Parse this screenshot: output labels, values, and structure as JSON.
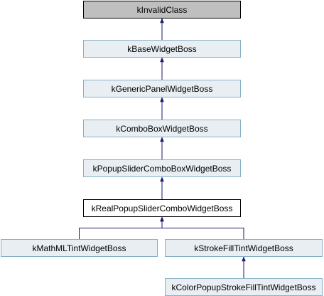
{
  "diagram": {
    "nodes": [
      {
        "id": "kInvalidClass",
        "label": "kInvalidClass",
        "kind": "root"
      },
      {
        "id": "kBaseWidgetBoss",
        "label": "kBaseWidgetBoss",
        "kind": "link"
      },
      {
        "id": "kGenericPanelWidgetBoss",
        "label": "kGenericPanelWidgetBoss",
        "kind": "link"
      },
      {
        "id": "kComboBoxWidgetBoss",
        "label": "kComboBoxWidgetBoss",
        "kind": "link"
      },
      {
        "id": "kPopupSliderComboBoxWidgetBoss",
        "label": "kPopupSliderComboBoxWidgetBoss",
        "kind": "link"
      },
      {
        "id": "kRealPopupSliderComboWidgetBoss",
        "label": "kRealPopupSliderComboWidgetBoss",
        "kind": "current"
      },
      {
        "id": "kMathMLTintWidgetBoss",
        "label": "kMathMLTintWidgetBoss",
        "kind": "link"
      },
      {
        "id": "kStrokeFillTintWidgetBoss",
        "label": "kStrokeFillTintWidgetBoss",
        "kind": "link"
      },
      {
        "id": "kColorPopupStrokeFillTintWidgetBoss",
        "label": "kColorPopupStrokeFillTintWidgetBoss",
        "kind": "link"
      }
    ],
    "edges": [
      {
        "from": "kBaseWidgetBoss",
        "to": "kInvalidClass"
      },
      {
        "from": "kGenericPanelWidgetBoss",
        "to": "kBaseWidgetBoss"
      },
      {
        "from": "kComboBoxWidgetBoss",
        "to": "kGenericPanelWidgetBoss"
      },
      {
        "from": "kPopupSliderComboBoxWidgetBoss",
        "to": "kComboBoxWidgetBoss"
      },
      {
        "from": "kRealPopupSliderComboWidgetBoss",
        "to": "kPopupSliderComboBoxWidgetBoss"
      },
      {
        "from": "kMathMLTintWidgetBoss",
        "to": "kRealPopupSliderComboWidgetBoss"
      },
      {
        "from": "kStrokeFillTintWidgetBoss",
        "to": "kRealPopupSliderComboWidgetBoss"
      },
      {
        "from": "kColorPopupStrokeFillTintWidgetBoss",
        "to": "kStrokeFillTintWidgetBoss"
      }
    ],
    "colors": {
      "node_fill": "#e8eef2",
      "node_border": "#84b0c7",
      "root_fill": "#bfbfbf",
      "current_fill": "#ffffff",
      "edge": "#191970"
    }
  }
}
